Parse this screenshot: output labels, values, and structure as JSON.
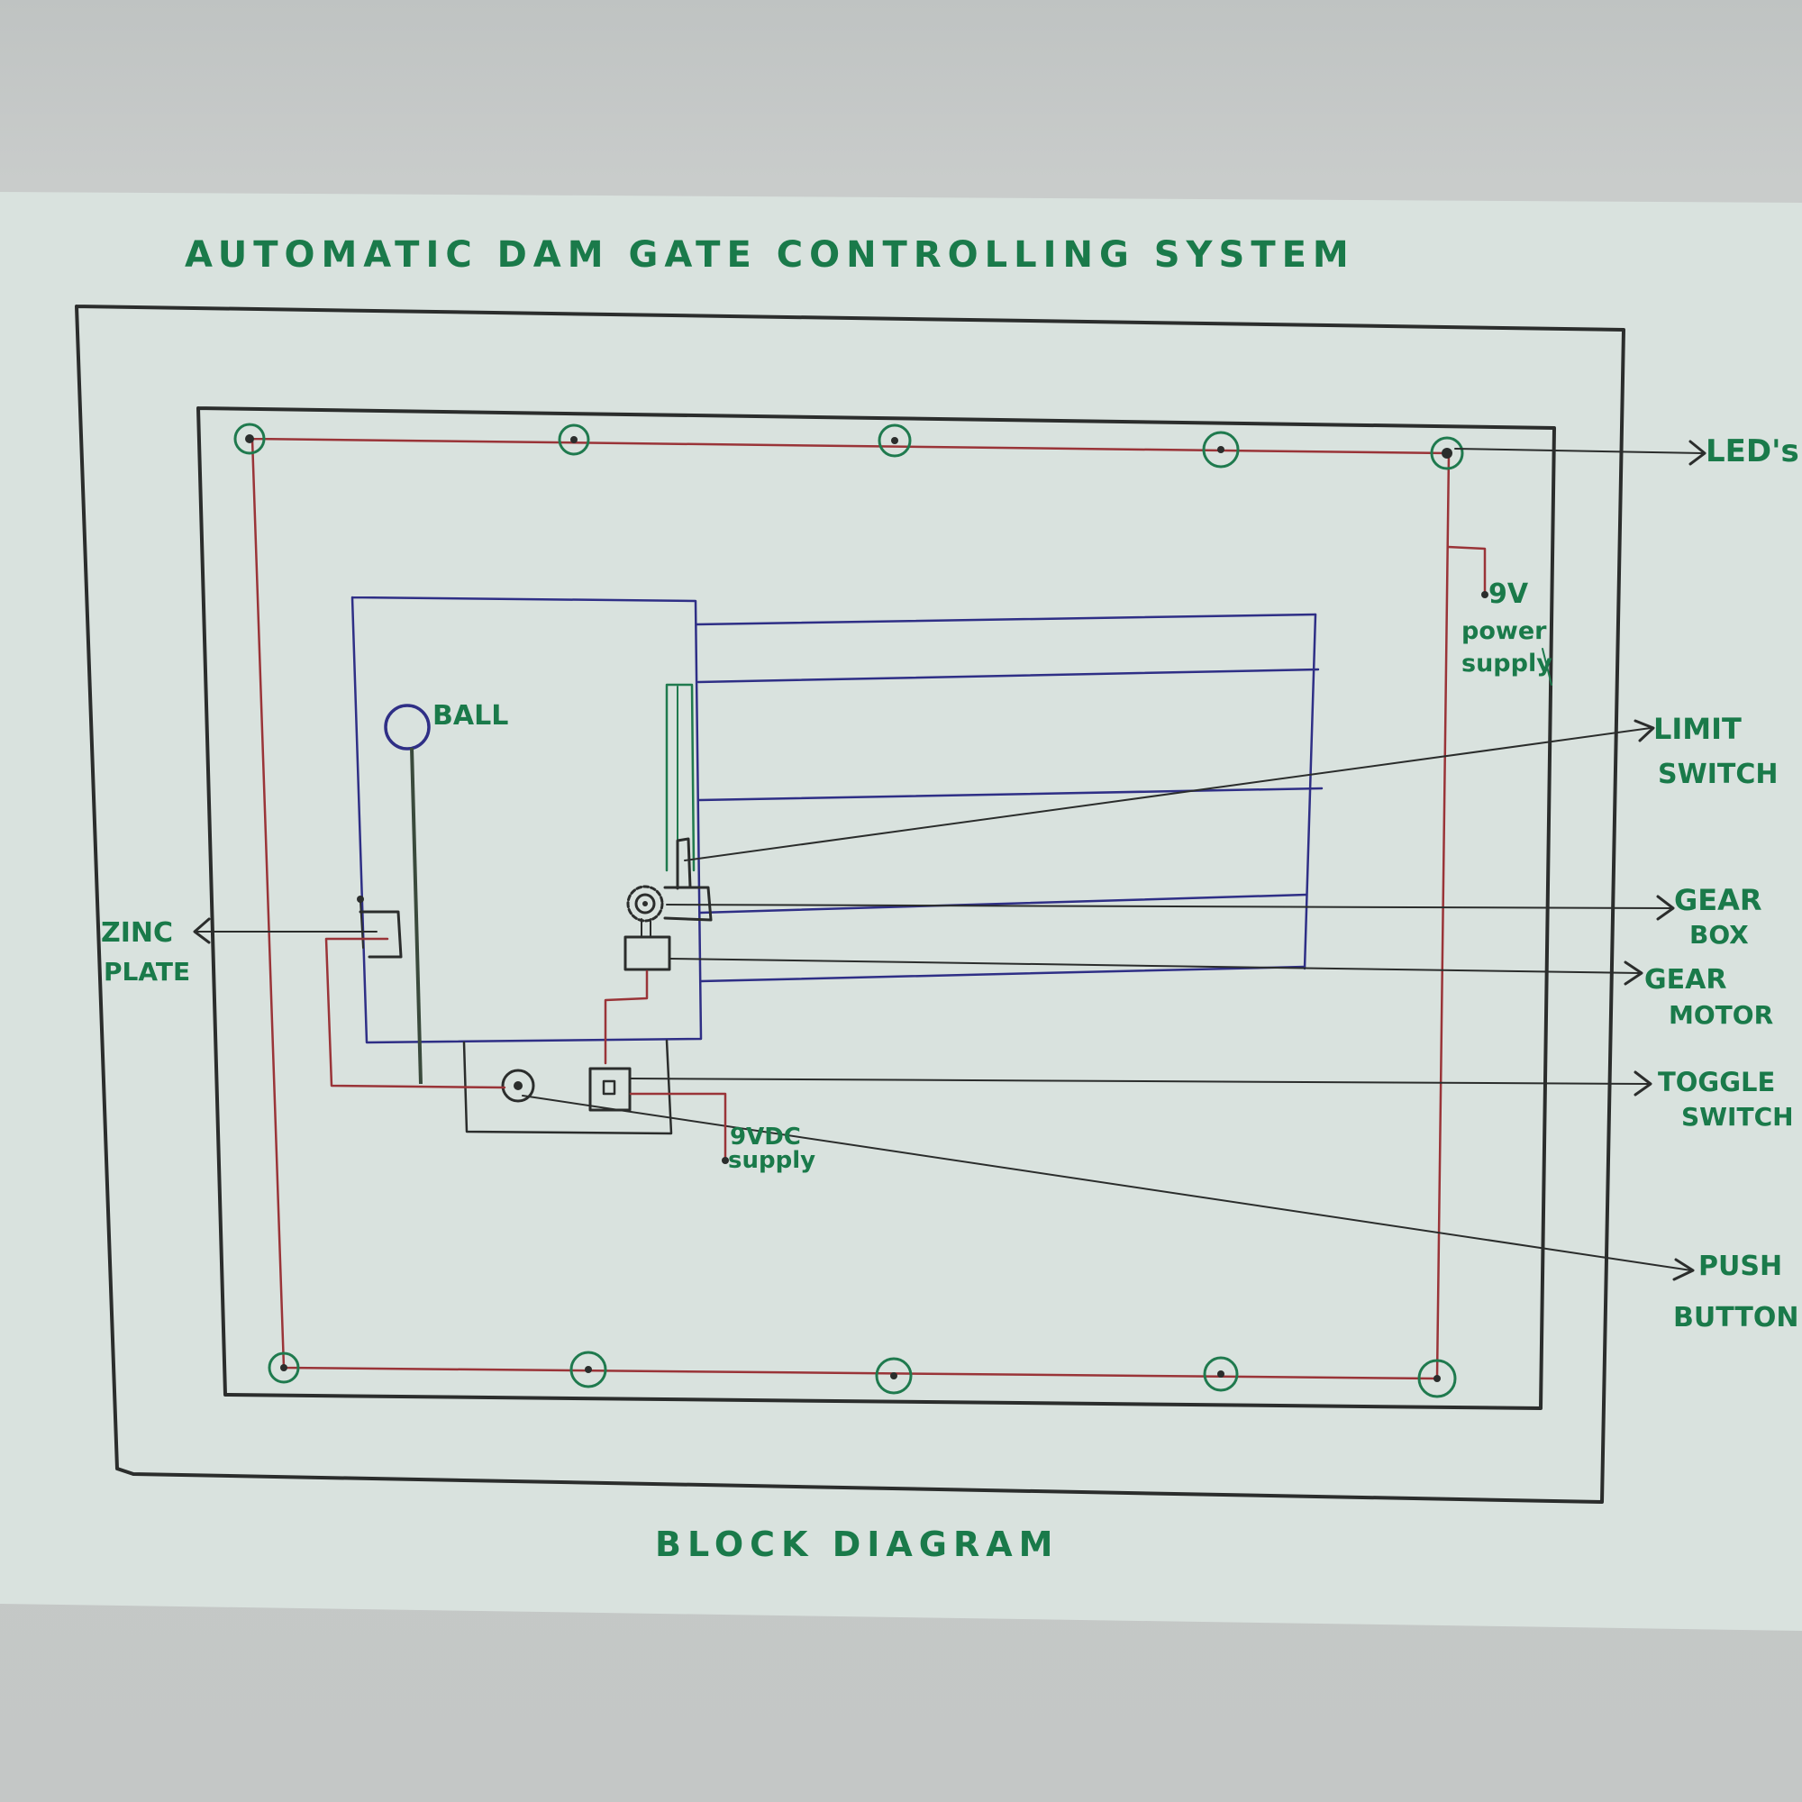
{
  "title": "AUTOMATIC DAM GATE CONTROLLING SYSTEM",
  "caption": "BLOCK DIAGRAM",
  "labels": {
    "leds": "LED's",
    "power_9v": "9V",
    "power_supply_1": "power",
    "power_supply_2": "supply",
    "limit_1": "LIMIT",
    "limit_2": "SWITCH",
    "gearbox_1": "GEAR",
    "gearbox_2": "BOX",
    "gearmotor_1": "GEAR",
    "gearmotor_2": "MOTOR",
    "toggle_1": "TOGGLE",
    "toggle_2": "SWITCH",
    "push_1": "PUSH",
    "push_2": "BUTTON",
    "zinc_1": "ZINC",
    "zinc_2": "PLATE",
    "ball": "BALL",
    "supply_9vdc_1": "9VDC",
    "supply_9vdc_2": "supply"
  },
  "colors": {
    "ink_black": "#2b2d2c",
    "ink_red": "#9a3438",
    "ink_blue": "#2f2f86",
    "ink_green": "#1f7a4e",
    "paper": "#d9e2de"
  }
}
